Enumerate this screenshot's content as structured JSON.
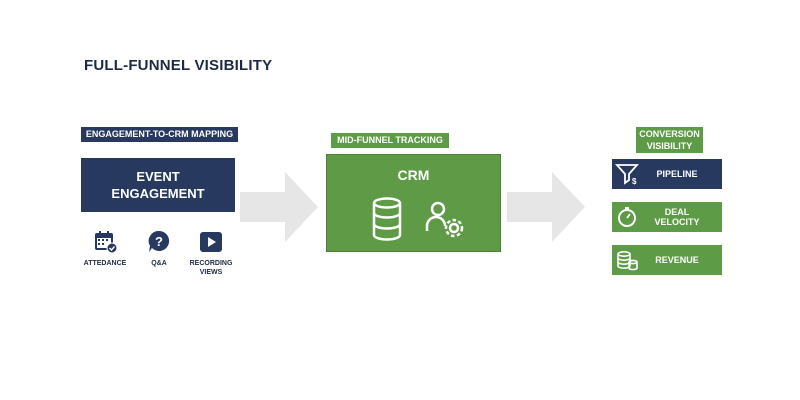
{
  "title": "FULL-FUNNEL VISIBILITY",
  "left": {
    "tag": "ENGAGEMENT-TO-CRM MAPPING",
    "box_line1": "EVENT",
    "box_line2": "ENGAGEMENT",
    "items": [
      {
        "icon": "calendar-check-icon",
        "label": "ATTEDANCE"
      },
      {
        "icon": "question-bubble-icon",
        "label": "Q&A"
      },
      {
        "icon": "play-icon",
        "label_line1": "RECORDING",
        "label_line2": "VIEWS"
      }
    ]
  },
  "middle": {
    "tag": "MID-FUNNEL TRACKING",
    "box_label": "CRM",
    "icons": [
      "database-icon",
      "user-gear-icon"
    ]
  },
  "right": {
    "tag_line1": "CONVERSION",
    "tag_line2": "VISIBILITY",
    "items": [
      {
        "icon": "funnel-dollar-icon",
        "label": "PIPELINE",
        "color": "#27395f"
      },
      {
        "icon": "stopwatch-icon",
        "label": "DEAL VELOCITY",
        "color": "#5e9b47"
      },
      {
        "icon": "coin-stack-icon",
        "label": "REVENUE",
        "color": "#5e9b47"
      }
    ]
  },
  "colors": {
    "navy": "#27395f",
    "green": "#5e9b47",
    "arrow": "#e6e6e6"
  }
}
